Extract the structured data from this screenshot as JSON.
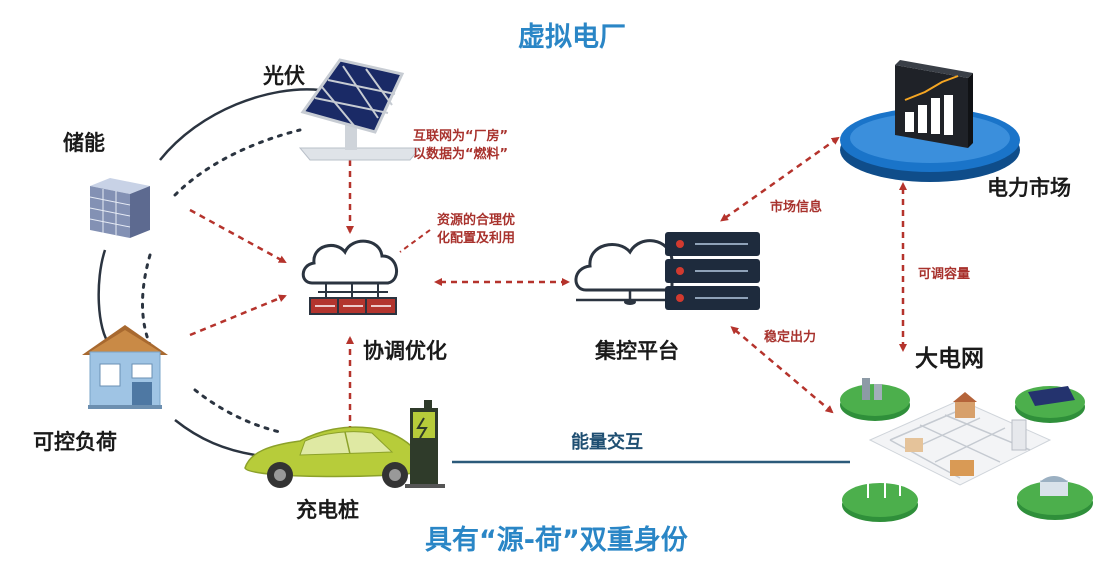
{
  "title": "虚拟电厂",
  "subtitle": "具有“源-荷”双重身份",
  "nodes": {
    "pv": "光伏",
    "storage": "储能",
    "load": "可控负荷",
    "charger": "充电桩",
    "optimize": "协调优化",
    "platform": "集控平台",
    "market": "电力市场",
    "grid": "大电网"
  },
  "annotations": {
    "internet_line1": "互联网为“厂房”",
    "internet_line2": "以数据为“燃料”",
    "resource_line1": "资源的合理优",
    "resource_line2": "化配置及利用",
    "market_info": "市场信息",
    "adjustable_capacity": "可调容量",
    "stable_output": "稳定出力",
    "energy_exchange": "能量交互"
  },
  "colors": {
    "title_blue": "#2a86c6",
    "arrow_red": "#b5332c",
    "line_dark": "#2b3440",
    "server_dark": "#1e2b3d",
    "grid_green": "#4caf4c",
    "market_blue": "#1565b0",
    "car_green": "#b7cc3a"
  }
}
